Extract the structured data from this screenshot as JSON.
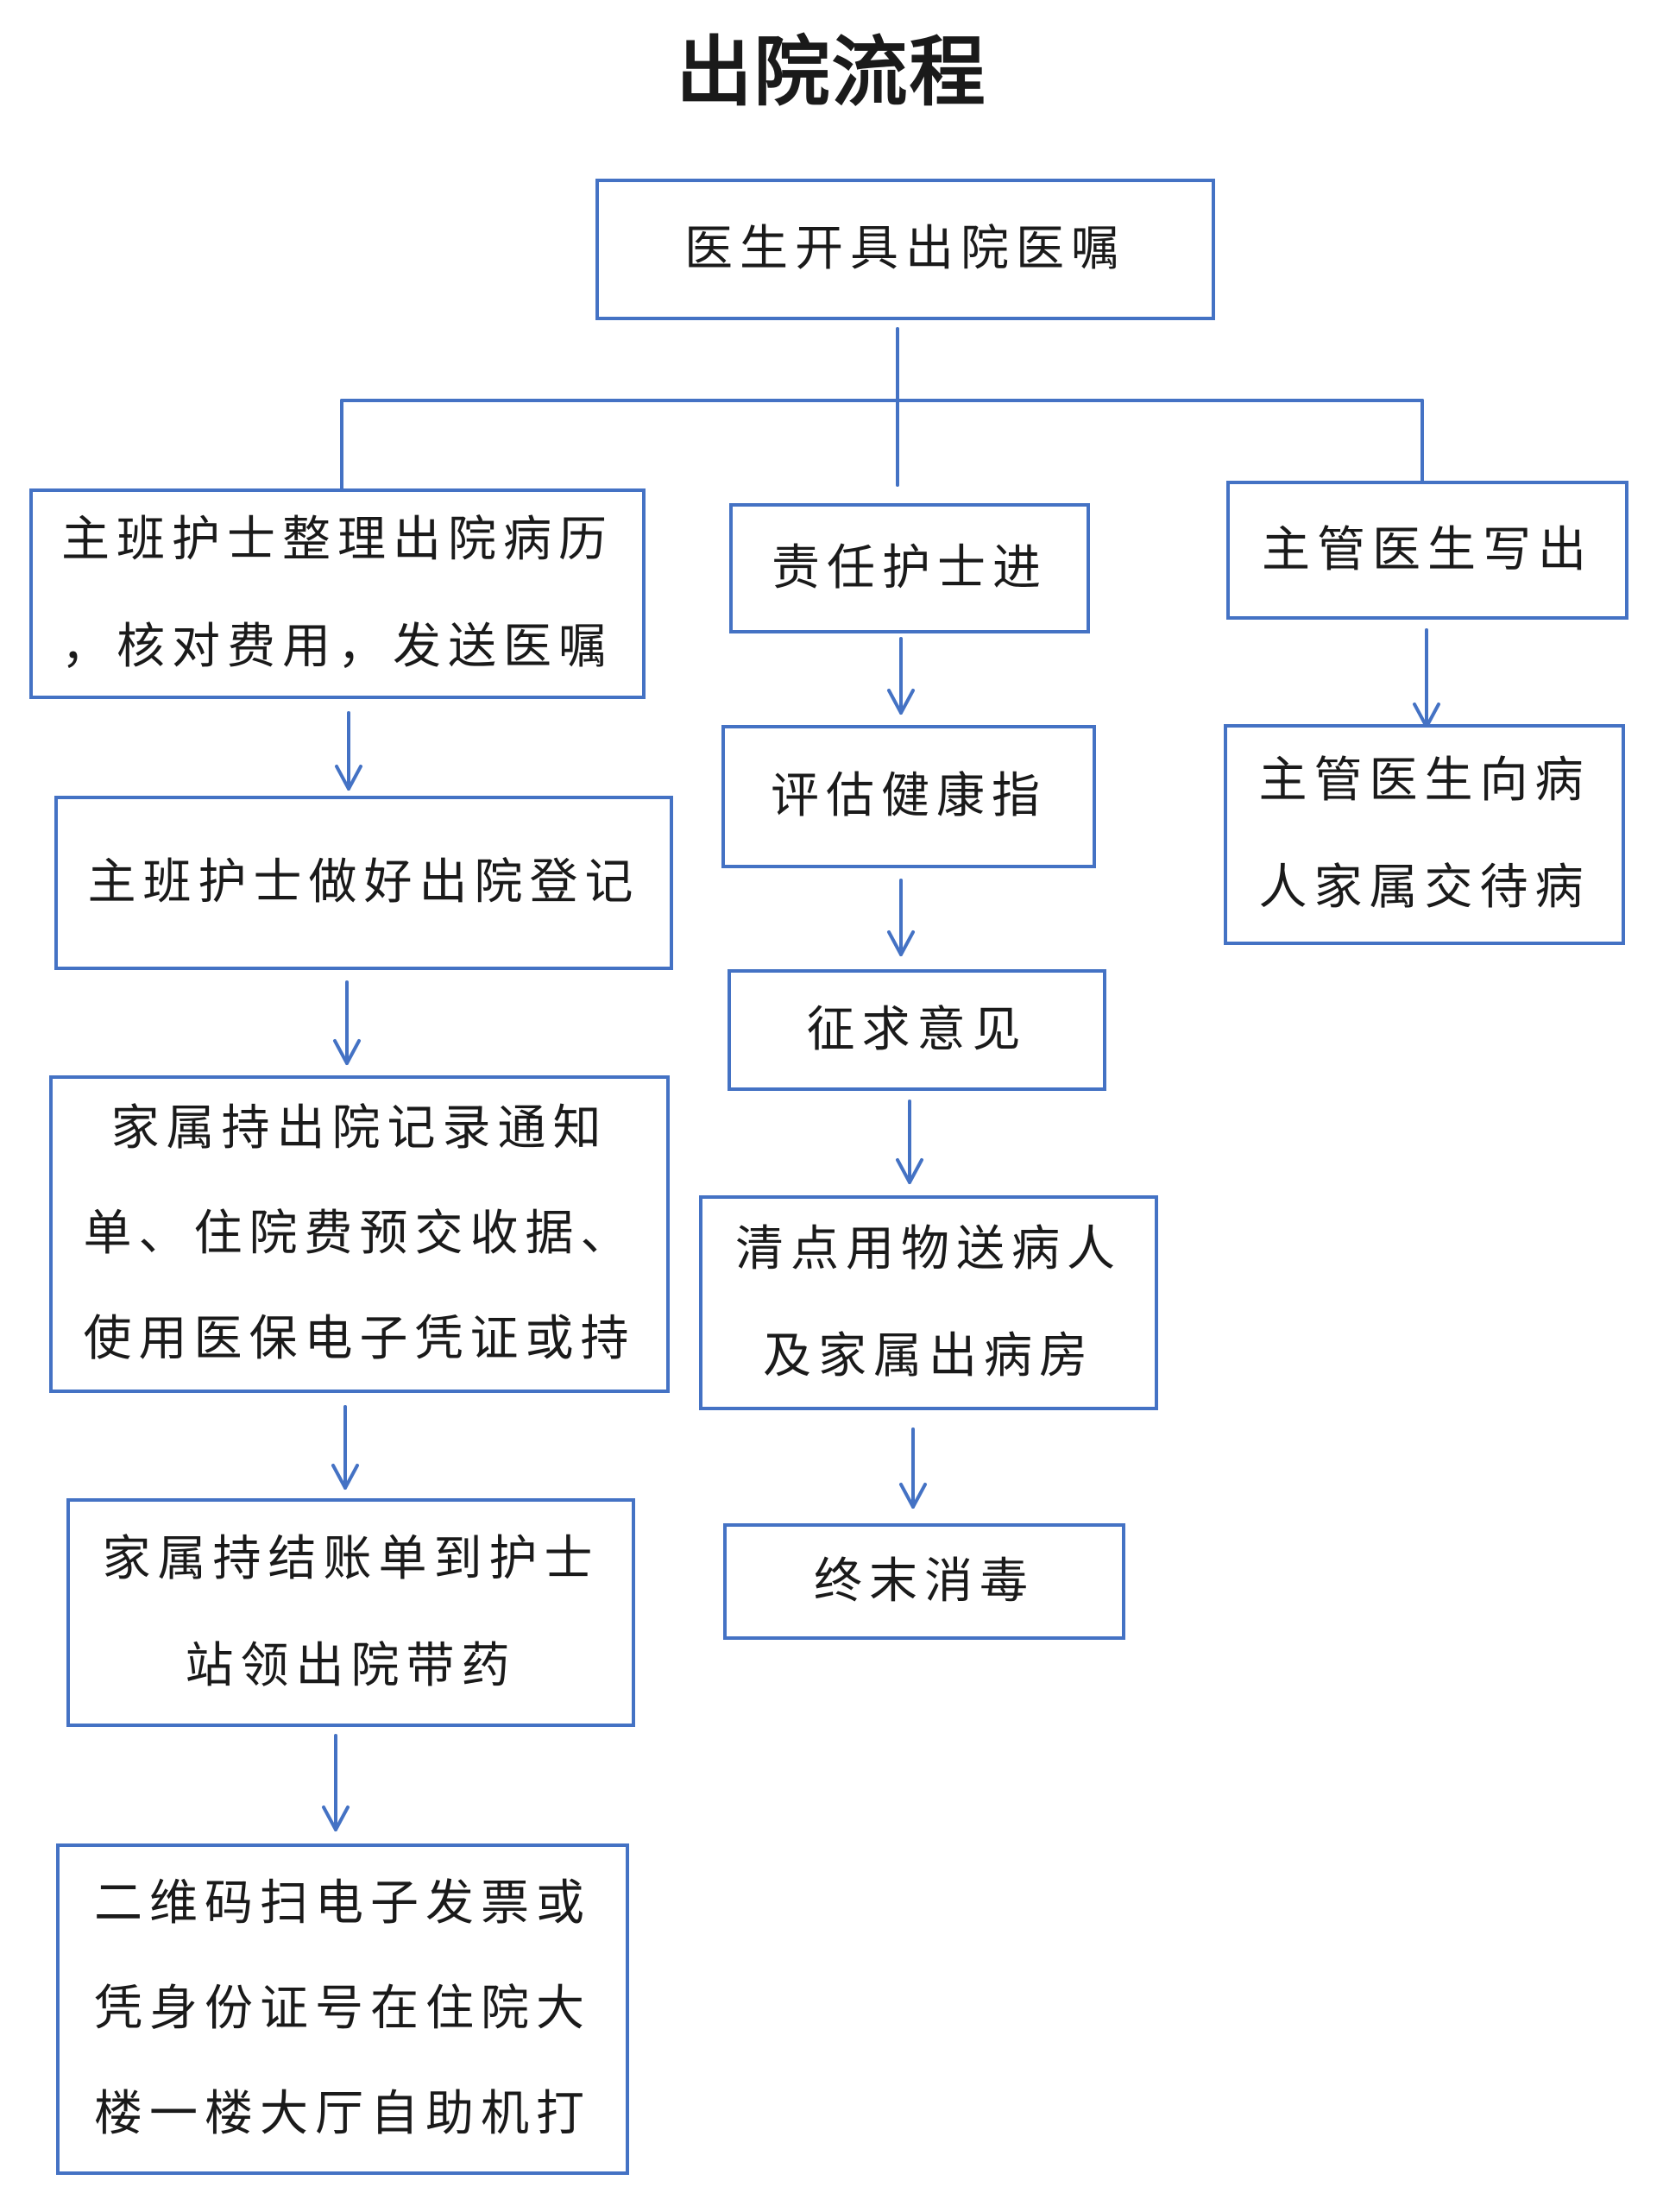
{
  "title": "出院流程",
  "colors": {
    "border": "#4472c4",
    "connector": "#4472c4",
    "text": "#1a1a1a"
  },
  "nodes": {
    "doctor_order": {
      "lines": [
        "医生开具出院医嘱"
      ]
    },
    "left": [
      {
        "lines": [
          "主班护士整理出院病历",
          "，核对费用，发送医嘱"
        ]
      },
      {
        "lines": [
          "主班护士做好出院登记"
        ]
      },
      {
        "lines": [
          "家属持出院记录通知",
          "单、住院费预交收据、",
          "使用医保电子凭证或持"
        ]
      },
      {
        "lines": [
          "家属持结账单到护士",
          "站领出院带药"
        ]
      },
      {
        "lines": [
          "二维码扫电子发票或",
          "凭身份证号在住院大",
          "楼一楼大厅自助机打"
        ]
      }
    ],
    "middle": [
      {
        "lines": [
          "责任护士进"
        ]
      },
      {
        "lines": [
          "评估健康指"
        ]
      },
      {
        "lines": [
          "征求意见"
        ]
      },
      {
        "lines": [
          "清点用物送病人",
          "及家属出病房"
        ]
      },
      {
        "lines": [
          "终末消毒"
        ]
      }
    ],
    "right": [
      {
        "lines": [
          "主管医生写出"
        ]
      },
      {
        "lines": [
          "主管医生向病",
          "人家属交待病"
        ]
      }
    ]
  }
}
